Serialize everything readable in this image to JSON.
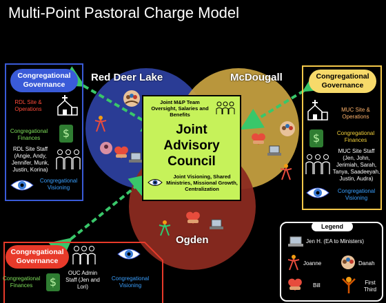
{
  "title": "Multi-Point Pastoral Charge Model",
  "circles": {
    "red_deer_lake": "Red Deer Lake",
    "mcdougall": "McDougall",
    "ogden": "Ogden"
  },
  "council": {
    "top_text": "Joint M&P Team Oversight, Salaries and Benefits",
    "line1": "Joint",
    "line2": "Advisory",
    "line3": "Council",
    "bottom_text": "Joint Visioning, Shared Ministries, Missional Growth, Centralization"
  },
  "left_panel": {
    "governance": "Congregational Governance",
    "site_ops": "RDL Site & Operations",
    "finances": "Congregational Finances",
    "staff": "RDL Site Staff (Angie, Andy, Jennifer, Munk, Justin, Korina)",
    "visioning": "Congregational Visioning"
  },
  "right_panel": {
    "governance": "Congregational Governance",
    "site_ops": "MUC Site & Operations",
    "finances": "Congregational Finances",
    "staff": "MUC Site Staff (Jen, John, Jerimiah, Sarah, Tanya, Saadeeyah, Justin, Audra)",
    "visioning": "Congregational Visioning"
  },
  "bottom_panel": {
    "governance": "Congregational Governance",
    "finances": "Congregational Finances",
    "staff": "OUC Admin Staff (Jen and Lori)",
    "visioning": "Congregational Visioning"
  },
  "legend": {
    "title": "Legend",
    "jen": "Jen H. (EA to Ministers)",
    "joanne": "Joanne",
    "danah": "Danah",
    "bill": "Bill",
    "first_third": "First Third"
  },
  "colors": {
    "blue_circle": "#2b3e9a",
    "gold_circle": "#c9a341",
    "red_circle": "#8a2a20",
    "council": "#c6f25a",
    "arrow": "#39c76a",
    "left_border": "#3a5bd8",
    "right_border": "#f5c94a",
    "bottom_border": "#e83a2a"
  }
}
